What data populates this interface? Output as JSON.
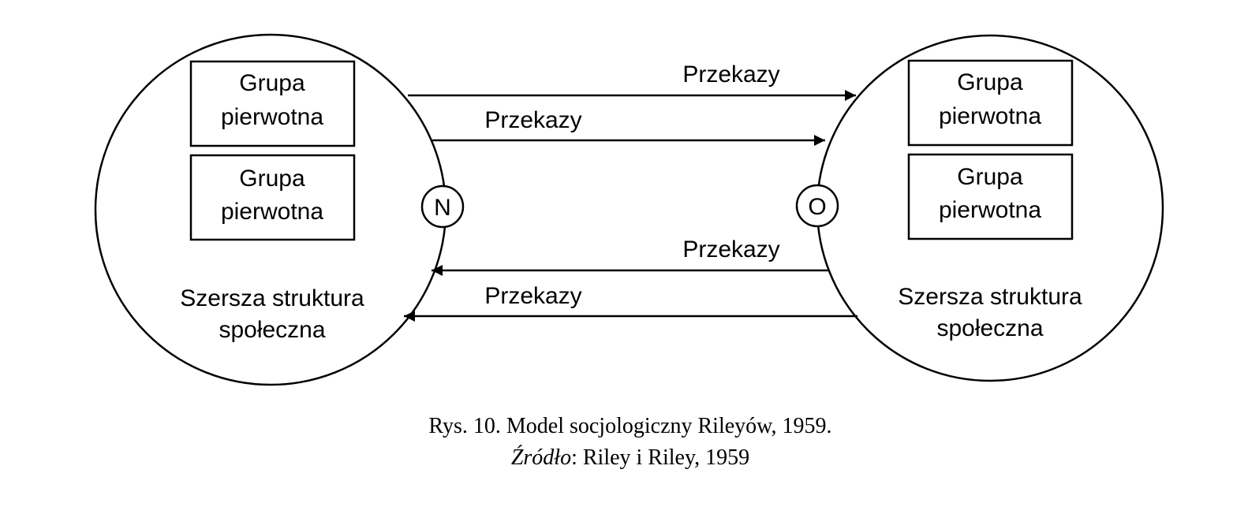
{
  "left_node": {
    "group_top": [
      "Grupa",
      "pierwotna"
    ],
    "group_bottom": [
      "Grupa",
      "pierwotna"
    ],
    "structure": [
      "Szersza struktura",
      "społeczna"
    ],
    "marker": "N"
  },
  "right_node": {
    "group_top": [
      "Grupa",
      "pierwotna"
    ],
    "group_bottom": [
      "Grupa",
      "pierwotna"
    ],
    "structure": [
      "Szersza struktura",
      "społeczna"
    ],
    "marker": "O"
  },
  "arrows": {
    "upper_outer": "Przekazy",
    "upper_inner": "Przekazy",
    "lower_inner": "Przekazy",
    "lower_outer": "Przekazy"
  },
  "caption": {
    "line1": "Rys. 10. Model socjologiczny Rileyów, 1959.",
    "source_label": "Źródło",
    "source_rest": ": Riley i Riley, 1959"
  },
  "colors": {
    "ink": "#000000",
    "background": "#ffffff"
  }
}
